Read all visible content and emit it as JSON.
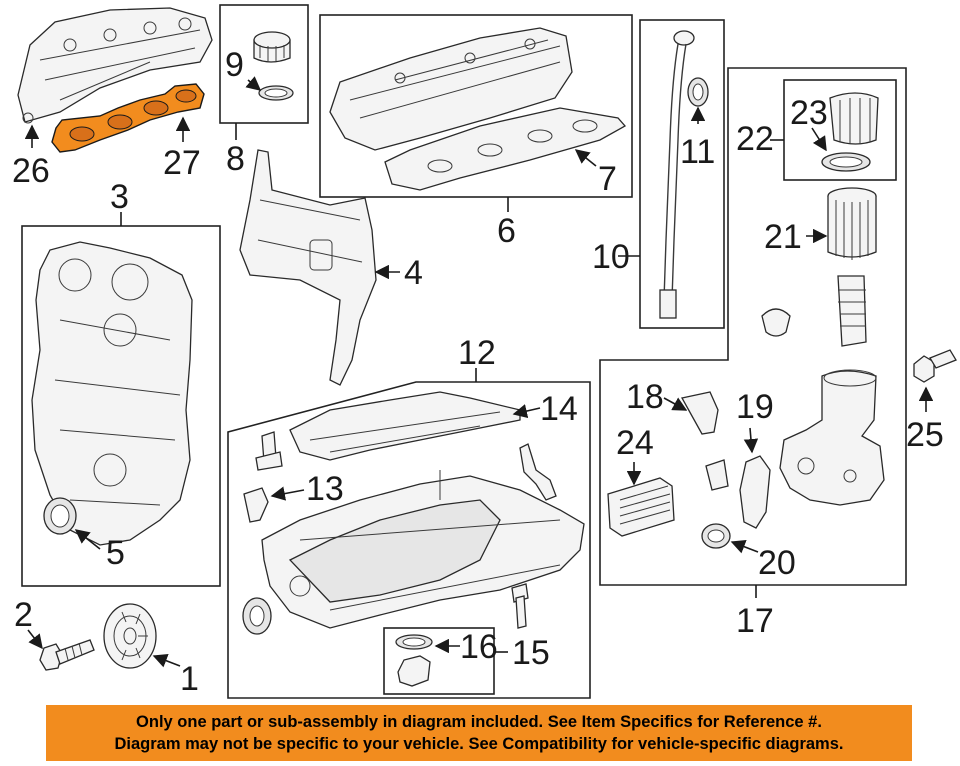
{
  "callouts": {
    "c1": "1",
    "c2": "2",
    "c3": "3",
    "c4": "4",
    "c5": "5",
    "c6": "6",
    "c7": "7",
    "c8": "8",
    "c9": "9",
    "c10": "10",
    "c11": "11",
    "c12": "12",
    "c13": "13",
    "c14": "14",
    "c15": "15",
    "c16": "16",
    "c17": "17",
    "c18": "18",
    "c19": "19",
    "c20": "20",
    "c21": "21",
    "c22": "22",
    "c23": "23",
    "c24": "24",
    "c25": "25",
    "c26": "26",
    "c27": "27"
  },
  "notice": {
    "line1": "Only one part or sub-assembly in diagram included. See Item Specifics for Reference #.",
    "line2": "Diagram may not be specific to your vehicle. See Compatibility for vehicle-specific diagrams."
  },
  "colors": {
    "highlight": "#f28c1e",
    "notice_bg": "#f28c1e",
    "line": "#1a1a1a"
  }
}
